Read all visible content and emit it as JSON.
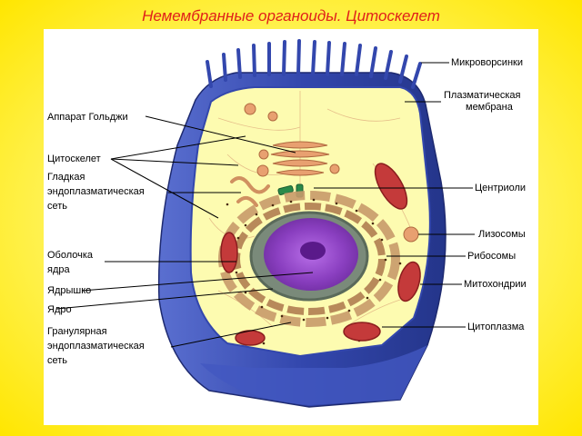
{
  "title": "Немембранные органоиды. Цитоскелет",
  "labels": {
    "microvilli": "Микроворсинки",
    "plasma_membrane_1": "Плазматическая",
    "plasma_membrane_2": "мембрана",
    "golgi": "Аппарат Гольджи",
    "cytoskeleton": "Цитоскелет",
    "smooth_er_1": "Гладкая",
    "smooth_er_2": "эндоплазматическая",
    "smooth_er_3": "сеть",
    "centrioles": "Центриоли",
    "lysosomes": "Лизосомы",
    "ribosomes": "Рибосомы",
    "nuclear_envelope_1": "Оболочка",
    "nuclear_envelope_2": "ядра",
    "nucleolus": "Ядрышко",
    "nucleus": "Ядро",
    "mitochondria": "Митохондрии",
    "rough_er_1": "Гранулярная",
    "rough_er_2": "эндоплазматическая",
    "rough_er_3": "сеть",
    "cytoplasm": "Цитоплазма"
  },
  "colors": {
    "title": "#e0201a",
    "membrane": "#3b52b8",
    "cytoplasm": "#fdfbb0",
    "nucleus": "#8a3fc0",
    "mitochondria": "#c43a3a",
    "er": "#c89a6a"
  }
}
